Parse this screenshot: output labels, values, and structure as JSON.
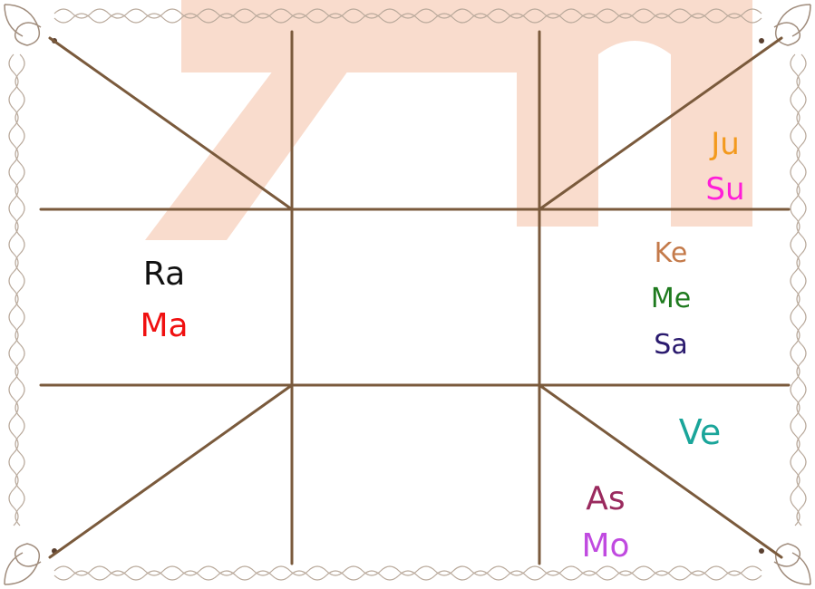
{
  "colors": {
    "background": "#ffffff",
    "grid_line": "#7a5a3c",
    "watermark": "#f9dccd",
    "border_ornament": "#b8a89a"
  },
  "watermark": {
    "symbol": "om-watermark"
  },
  "planets": {
    "ju": {
      "label": "Ju",
      "color": "#f39a1e"
    },
    "su": {
      "label": "Su",
      "color": "#ff1ed8"
    },
    "ke": {
      "label": "Ke",
      "color": "#c47a4a"
    },
    "me": {
      "label": "Me",
      "color": "#1e7a1e"
    },
    "sa": {
      "label": "Sa",
      "color": "#2a1a6e"
    },
    "ra": {
      "label": "Ra",
      "color": "#111111"
    },
    "ma": {
      "label": "Ma",
      "color": "#f01010"
    },
    "ve": {
      "label": "Ve",
      "color": "#1aa59a"
    },
    "as": {
      "label": "As",
      "color": "#9a2a5e"
    },
    "mo": {
      "label": "Mo",
      "color": "#c04ae0"
    }
  }
}
